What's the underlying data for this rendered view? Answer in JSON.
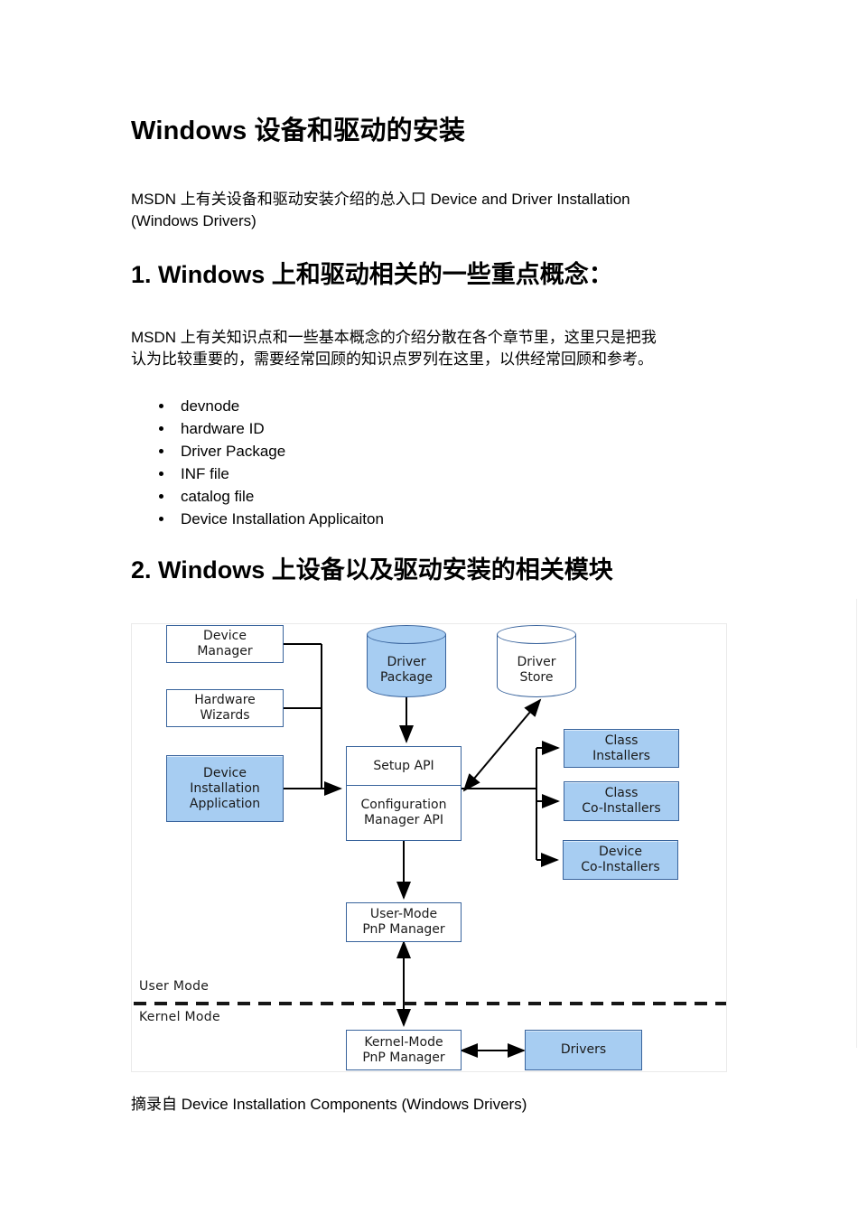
{
  "doc": {
    "title": "Windows 设备和驱动的安装",
    "intro_lines": [
      "MSDN 上有关设备和驱动安装介绍的总入口  Device and Driver Installation",
      "(Windows Drivers)"
    ],
    "section1": {
      "heading": "1. Windows 上和驱动相关的一些重点概念：",
      "paragraph_lines": [
        "MSDN 上有关知识点和一些基本概念的介绍分散在各个章节里，这里只是把我",
        "认为比较重要的，需要经常回顾的知识点罗列在这里，以供经常回顾和参考。"
      ],
      "bullets": [
        "devnode",
        "hardware ID",
        "Driver Package",
        "INF file",
        "catalog file",
        "Device Installation Applicaiton"
      ]
    },
    "section2": {
      "heading": "2. Windows 上设备以及驱动安装的相关模块",
      "caption": "摘录自 Device Installation Components (Windows Drivers)"
    }
  },
  "diagram": {
    "nodes": {
      "device_manager": "Device\nManager",
      "hardware_wizards": "Hardware\nWizards",
      "device_installation_application": "Device\nInstallation\nApplication",
      "driver_package": "Driver\nPackage",
      "driver_store": "Driver\nStore",
      "setup_api": "Setup API",
      "configuration_manager_api": "Configuration\nManager API",
      "class_installers": "Class\nInstallers",
      "class_co_installers": "Class\nCo-Installers",
      "device_co_installers": "Device\nCo-Installers",
      "user_mode_pnp_manager": "User-Mode\nPnP Manager",
      "kernel_mode_pnp_manager": "Kernel-Mode\nPnP Manager",
      "drivers": "Drivers"
    },
    "labels": {
      "user_mode": "User Mode",
      "kernel_mode": "Kernel Mode"
    }
  },
  "colors": {
    "node_fill_blue": "#a7cdf2",
    "node_fill_white": "#ffffff",
    "node_border": "#38639c",
    "connector": "#000000",
    "diagram_border": "#eaeaea"
  }
}
